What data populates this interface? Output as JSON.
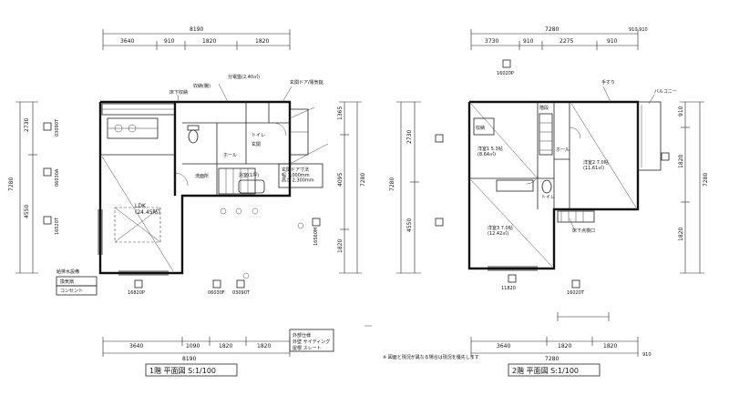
{
  "floor1": {
    "title": "1階 平面図 S:1/100",
    "dim_top_total": "8190",
    "dim_top_segments": [
      "3640",
      "910",
      "1820",
      "1820"
    ],
    "dim_bottom_total": "8190",
    "dim_bottom_segments": [
      "3640",
      "1090",
      "1820",
      "1820"
    ],
    "dim_left_total": "7280",
    "dim_left_segments": [
      "2730",
      "4550"
    ],
    "dim_right_segments": [
      "1365",
      "4095",
      "1820"
    ],
    "dim_right_total": "7280",
    "rooms": {
      "ldk": "LDK\n(24.45帖)",
      "wash": "洗面所",
      "bath": "浴室(1坪)",
      "toilet": "トイレ",
      "entrance": "玄関",
      "hall": "ホール"
    },
    "notes": {
      "n1": "収納(棚)",
      "n2": "床下収納",
      "n3": "分電盤(2.40㎡)",
      "n4": "玄関ドア/電気錠",
      "stamp": "玄関ドア寸法\n幅 1,000mm\n高さ 2,300mm"
    },
    "window_labels": [
      "16820P",
      "06030F",
      "03090T",
      "16560M"
    ],
    "legend_box": [
      "給排水設備",
      "換気扇",
      "コンセント"
    ],
    "bottom_block": [
      "外部仕様",
      "外壁 サイディング",
      "屋根 スレート"
    ]
  },
  "floor2": {
    "title": "2階 平面図 S:1/100",
    "dim_top_total": "7280",
    "dim_top_extra": "910 910",
    "dim_top_segments": [
      "3730",
      "910",
      "2275",
      "910"
    ],
    "dim_bottom_total": "7280",
    "dim_bottom_segments": [
      "3640",
      "1820",
      "1820"
    ],
    "dim_bottom_extra": "910",
    "dim_left_total": "7280",
    "dim_left_segments": [
      "2730",
      "4550"
    ],
    "dim_right_segments": [
      "910",
      "1820",
      "1820"
    ],
    "dim_right_total": "7280",
    "rooms": {
      "bed1": "洋室1 5.3帖\n(8.64㎡)",
      "bed2": "洋室2 7.0帖\n(11.61㎡)",
      "bed3": "洋室3 7.0帖\n(12.42㎡)",
      "wic": "収納"
    },
    "notes": {
      "n1": "バルコニー",
      "n2": "ホール",
      "n3": "階段",
      "n4": "床下点検口",
      "n5": "トイレ",
      "n6": "手すり"
    },
    "window_labels": [
      "16020P",
      "11820",
      "16020T"
    ],
    "footnote": "※ 図面と現況が異なる場合は現況を優先します"
  },
  "colors": {
    "ink": "#111111",
    "paper": "#ffffff"
  }
}
